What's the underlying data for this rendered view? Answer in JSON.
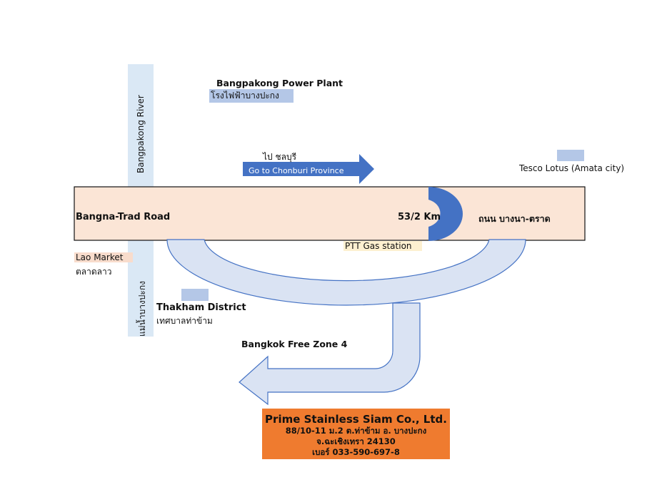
{
  "labels": {
    "power_plant_en": "Bangpakong Power Plant",
    "power_plant_th": "โรงไฟฟ้าบางปะกง",
    "river_en": "Bangpakong River",
    "river_th": "แม่น้ำบางปะกง",
    "direction_th": "ไป ชลบุรี",
    "direction_en": "Go to Chonburi Province",
    "tesco": "Tesco Lotus (Amata city)",
    "road_en": "Bangna-Trad Road",
    "road_th": "ถนน บางนา-ตราด",
    "km_marker": "53/2 Km",
    "ptt": "PTT Gas station",
    "lao_market_en": "Lao Market",
    "lao_market_th": "ตลาดลาว",
    "thakham_en": "Thakham District",
    "thakham_th": "เทศบาลท่าข้าม",
    "free_zone": "Bangkok Free Zone 4"
  },
  "company": {
    "name": "Prime Stainless Siam Co., Ltd.",
    "address_line1": "88/10-11 ม.2 ต.ท่าข้าม อ. บางปะกง",
    "address_line2": "จ.ฉะเชิงเทรา 24130",
    "phone": "เบอร์ 033-590-697-8"
  },
  "colors": {
    "road_fill": "#fbe5d6",
    "river_fill": "#dae8f5",
    "arrow_fill": "#dae3f3",
    "arrow_stroke": "#4472c4",
    "direction_arrow": "#4472c4",
    "marker_fill": "#4472c4",
    "company_box": "#ef7b2f",
    "swatch": "#b4c7e7"
  }
}
